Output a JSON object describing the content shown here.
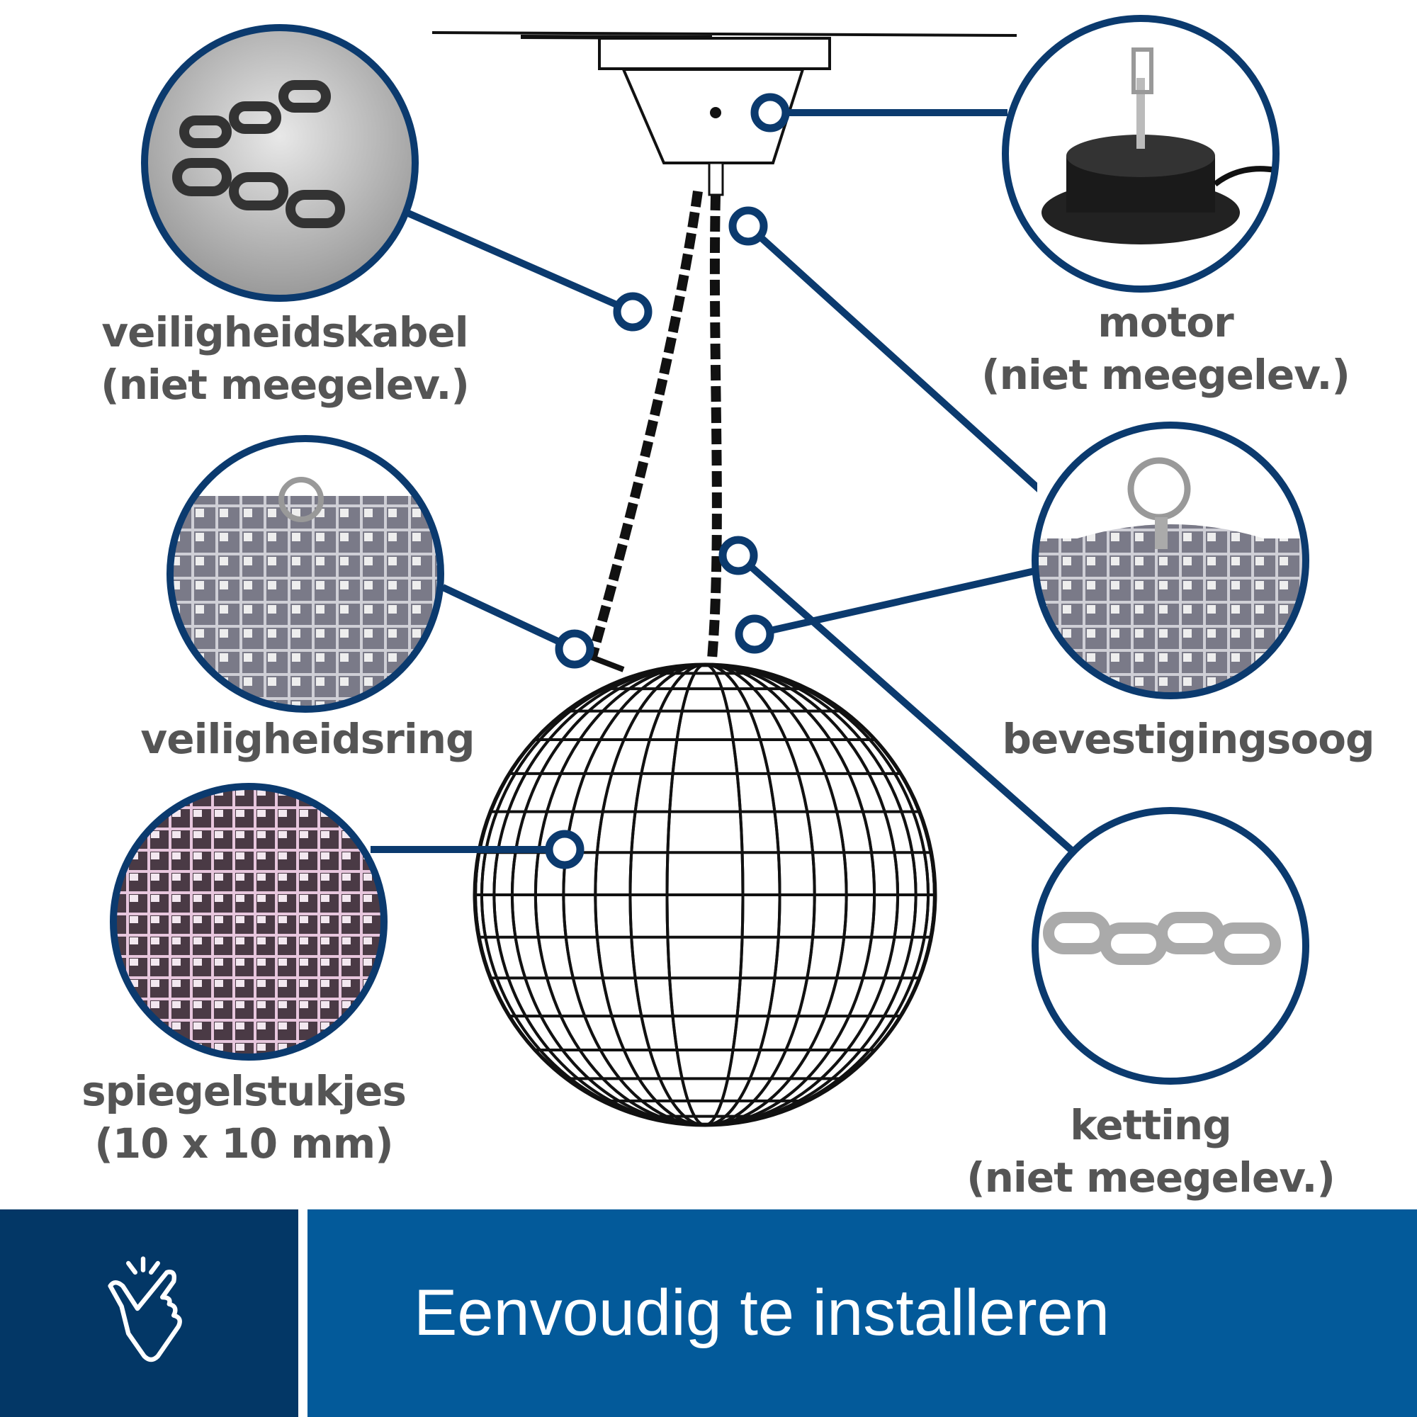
{
  "labels": {
    "safety_cable": {
      "line1": "veiligheidskabel",
      "line2": "(niet meegelev.)"
    },
    "motor": {
      "line1": "motor",
      "line2": "(niet meegelev.)"
    },
    "safety_ring": {
      "line1": "veiligheidsring"
    },
    "mounting_eye": {
      "line1": "bevestigingsoog"
    },
    "mirror_pieces": {
      "line1": "spiegelstukjes",
      "line2": "(10 x 10 mm)"
    },
    "chain": {
      "line1": "ketting",
      "line2": "(niet meegelev.)"
    }
  },
  "banner": {
    "text": "Eenvoudig te installeren",
    "icon": "snap-fingers-icon"
  },
  "colors": {
    "accent": "#0b3a6e",
    "band_dark": "#033766",
    "band_light": "#035a9a",
    "label": "#555555"
  }
}
